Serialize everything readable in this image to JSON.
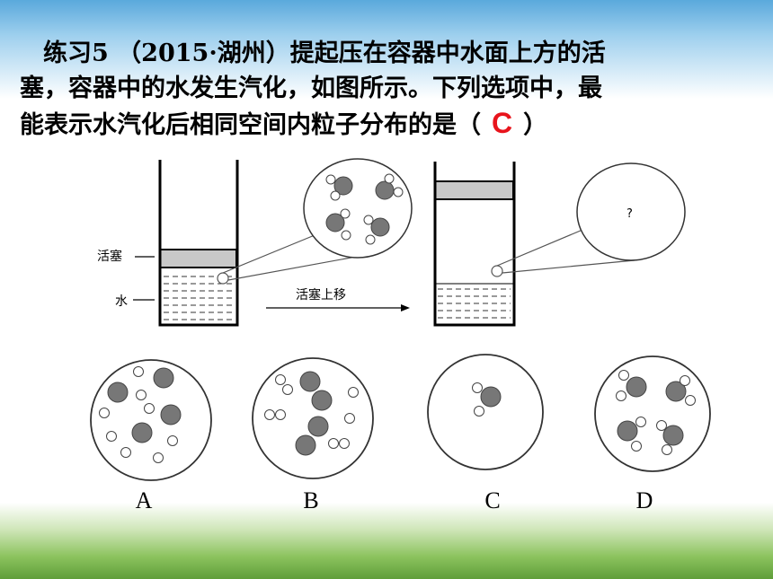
{
  "question": {
    "line1": "练习5 （2015·湖州）提起压在容器中水面上方的活",
    "line2": "塞，容器中的水发生汽化，如图所示。下列选项中，最",
    "line3_pre": "能表示水汽化后相同空间内粒子分布的是（",
    "answer": "C",
    "line3_post": "）"
  },
  "diagram": {
    "label_piston": "活塞",
    "label_water": "水",
    "arrow_label": "活塞上移",
    "unknown_mark": "?"
  },
  "options": [
    "A",
    "B",
    "C",
    "D"
  ],
  "colors": {
    "answer": "#e8141c",
    "atom_dark": "#777777",
    "piston": "#c8c8c8"
  }
}
